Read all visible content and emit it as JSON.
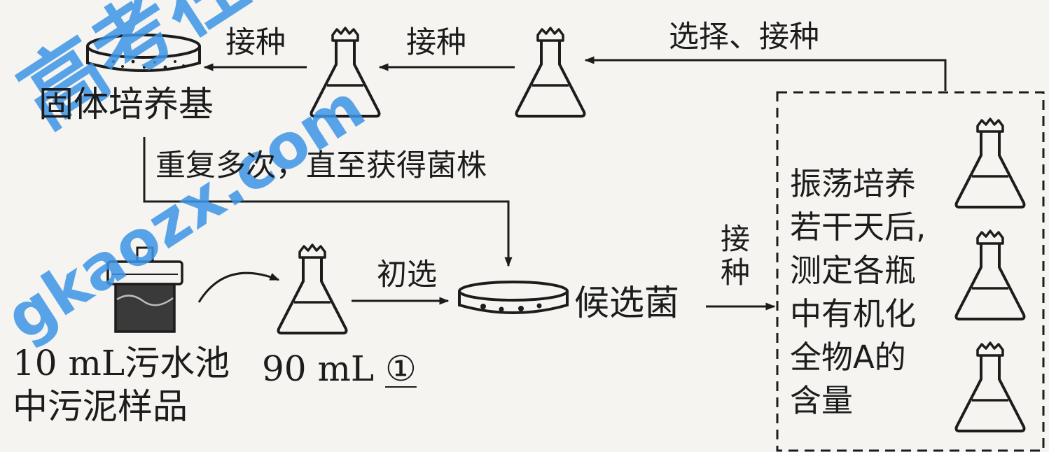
{
  "labels": {
    "inoculate_1": "接种",
    "inoculate_2": "接种",
    "select_inoculate": "选择、接种",
    "solid_medium": "固体培养基",
    "repeat_note": "重复多次，直至获得菌株",
    "sample_line1": "10 mL污水池",
    "sample_line2": "中污泥样品",
    "flask_volume": "90 mL",
    "blank_marker": "①",
    "preliminary_screen": "初选",
    "candidate_strain": "候选菌",
    "inoculate_vertical": "接种"
  },
  "panel": {
    "lines": [
      "振荡培养",
      "若干天后,",
      "测定各瓶",
      "中有机化",
      "全物A的",
      "含量"
    ]
  },
  "watermark": {
    "text_main": "高考在线",
    "text_url": "gkaozx.com",
    "color": "#3d95e6"
  }
}
